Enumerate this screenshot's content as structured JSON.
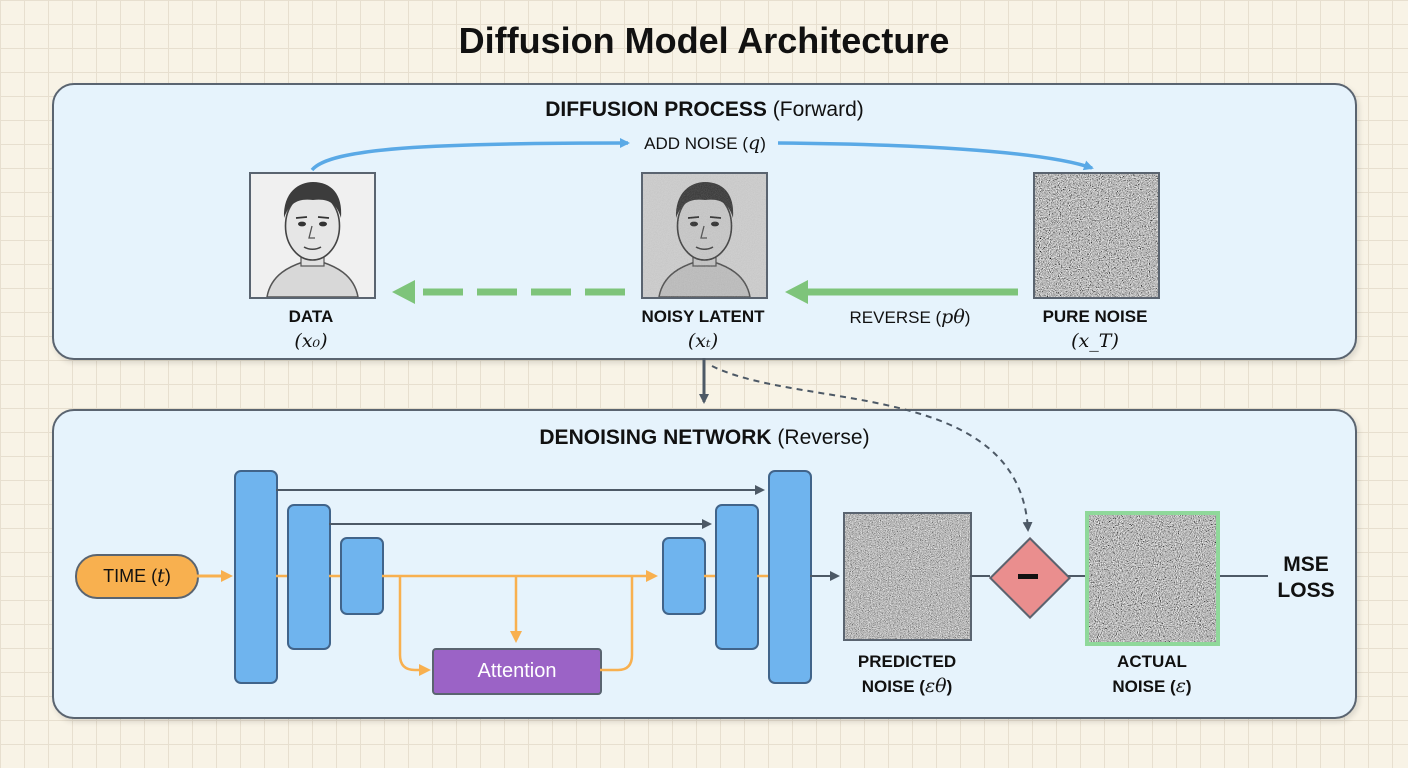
{
  "title": "Diffusion Model Architecture",
  "forward": {
    "title_bold": "DIFFUSION PROCESS",
    "title_rest": "(Forward)",
    "add_noise_label": "ADD NOISE (",
    "add_noise_sym": "q",
    "add_noise_close": ")",
    "reverse_label": "REVERSE (",
    "reverse_sym": "pθ",
    "reverse_close": ")",
    "data": {
      "name": "DATA",
      "sym": "(x₀)"
    },
    "noisy": {
      "name": "NOISY LATENT",
      "sym": "(xₜ)"
    },
    "pure": {
      "name": "PURE NOISE",
      "sym": "(x_T)"
    }
  },
  "reverse": {
    "title_bold": "DENOISING NETWORK",
    "title_rest": "(Reverse)",
    "time_label": "TIME (",
    "time_sym": "t",
    "time_close": ")",
    "attention": "Attention",
    "predicted": {
      "line1": "PREDICTED",
      "line2": "NOISE (",
      "sym": "εθ",
      "close": ")"
    },
    "actual": {
      "line1": "ACTUAL",
      "line2": "NOISE (",
      "sym": "ε",
      "close": ")"
    },
    "loss_line1": "MSE",
    "loss_line2": "LOSS"
  },
  "colors": {
    "forward_arrow": "#5aa9e6",
    "reverse_arrow": "#7ec47a",
    "time": "#f8b04f",
    "unet": "#6fb4ee",
    "attention": "#9b63c6",
    "subtract": "#ea8e8e",
    "actual_border": "#8fd89a",
    "skip": "#4d5966"
  },
  "icons": [
    "face-icon",
    "noisy-face-icon",
    "noise-texture-icon",
    "minus-icon"
  ]
}
